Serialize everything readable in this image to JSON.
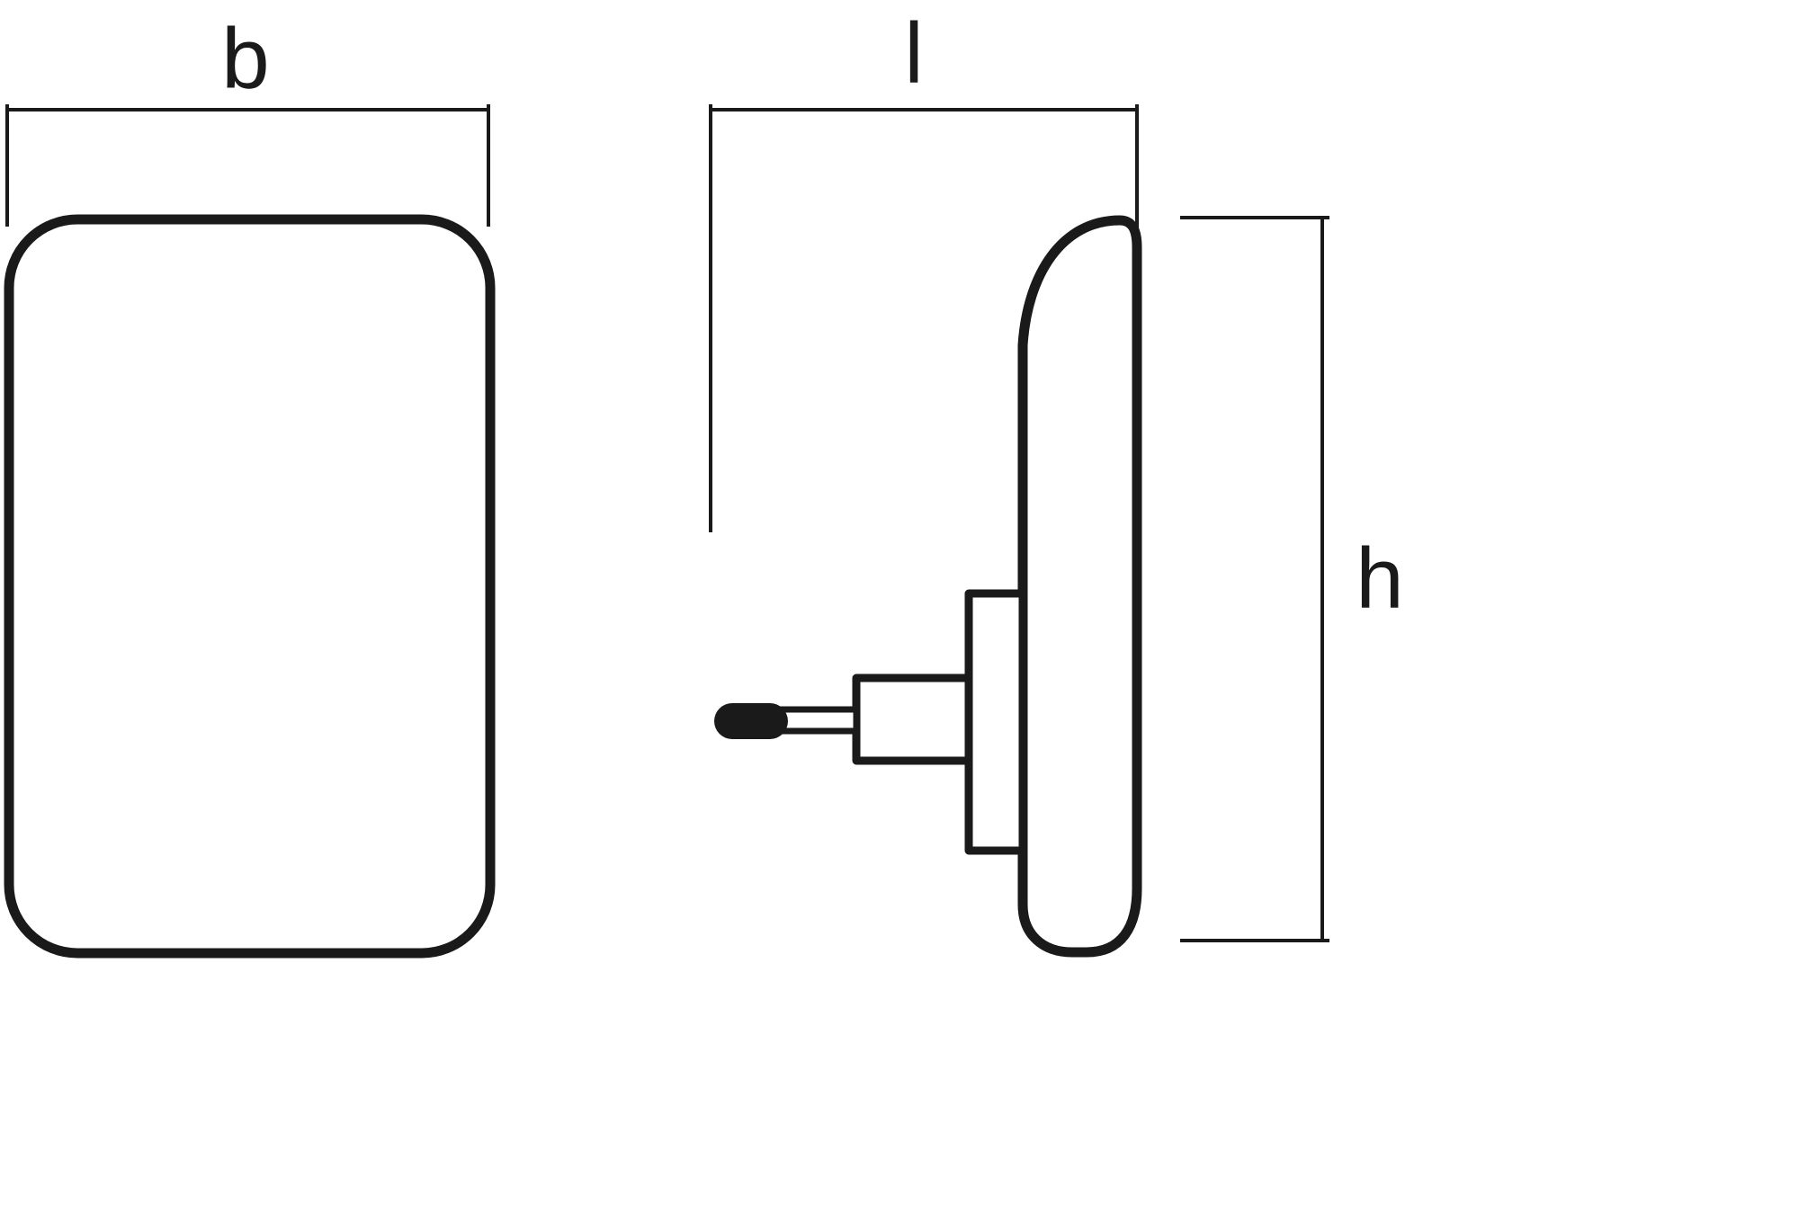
{
  "diagram": {
    "title": "plug-in device dimension drawing",
    "labels": {
      "width": "b",
      "length": "l",
      "height": "h"
    },
    "colors": {
      "ink": "#1a1a1a",
      "background": "#ffffff"
    }
  }
}
